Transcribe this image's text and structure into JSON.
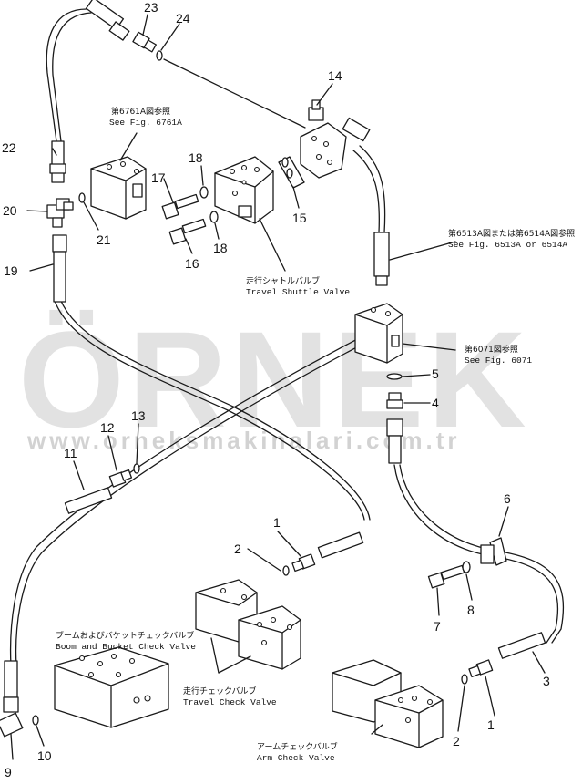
{
  "watermark": {
    "brand": "ÖRNEK",
    "url": "www.orneksmakinalari.com.tr"
  },
  "part_numbers": [
    "1",
    "2",
    "3",
    "4",
    "5",
    "6",
    "7",
    "8",
    "9",
    "10",
    "11",
    "12",
    "13",
    "14",
    "15",
    "16",
    "17",
    "18",
    "19",
    "20",
    "21",
    "22",
    "23",
    "24"
  ],
  "labels": {
    "fig6761": {
      "jp": "第6761A図参照",
      "en": "See Fig. 6761A"
    },
    "shuttle": {
      "jp": "走行シャトルバルブ",
      "en": "Travel Shuttle Valve"
    },
    "fig6513": {
      "jp": "第6513A図または第6514A図参照",
      "en": "See Fig. 6513A or 6514A"
    },
    "fig6071": {
      "jp": "第6071図参照",
      "en": "See Fig. 6071"
    },
    "boom": {
      "jp": "ブームおよびバケットチェックバルブ",
      "en": "Boom and Bucket Check Valve"
    },
    "travel_check": {
      "jp": "走行チェックバルブ",
      "en": "Travel Check Valve"
    },
    "arm_check": {
      "jp": "アームチェックバルブ",
      "en": "Arm Check Valve"
    }
  }
}
